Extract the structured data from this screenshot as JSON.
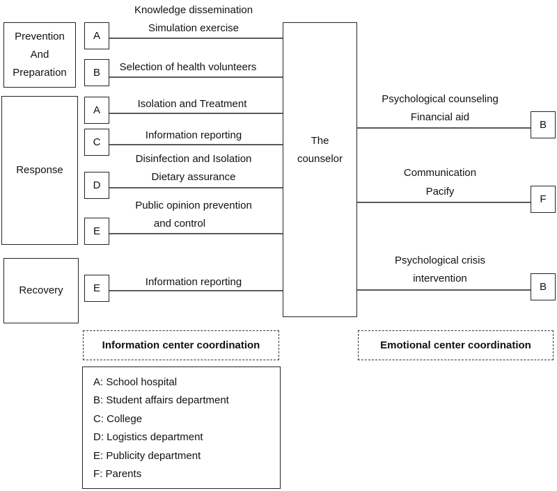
{
  "phases": {
    "prevention": [
      "Prevention",
      "And",
      "Preparation"
    ],
    "response": "Response",
    "recovery": "Recovery"
  },
  "counselor": [
    "The",
    "counselor"
  ],
  "left_links": [
    {
      "letter": "A",
      "lines": [
        "Knowledge dissemination",
        "Simulation exercise"
      ]
    },
    {
      "letter": "B",
      "lines": [
        "Selection of health volunteers"
      ]
    },
    {
      "letter": "A",
      "lines": [
        "Isolation and Treatment"
      ]
    },
    {
      "letter": "C",
      "lines": [
        "Information reporting"
      ]
    },
    {
      "letter": "D",
      "lines": [
        "Disinfection and Isolation",
        "Dietary assurance"
      ]
    },
    {
      "letter": "E",
      "lines": [
        "Public opinion prevention",
        "and control"
      ]
    },
    {
      "letter": "E",
      "lines": [
        "Information reporting"
      ]
    }
  ],
  "right_links": [
    {
      "letter": "B",
      "lines": [
        "Psychological counseling",
        "Financial aid"
      ]
    },
    {
      "letter": "F",
      "lines": [
        "Communication",
        "Pacify"
      ]
    },
    {
      "letter": "B",
      "lines": [
        "Psychological crisis",
        "intervention"
      ]
    }
  ],
  "coordination": {
    "information": "Information center coordination",
    "emotional": "Emotional center coordination"
  },
  "legend": [
    "A: School hospital",
    "B: Student affairs department",
    "C: College",
    "D: Logistics department",
    "E: Publicity department",
    "F: Parents"
  ]
}
